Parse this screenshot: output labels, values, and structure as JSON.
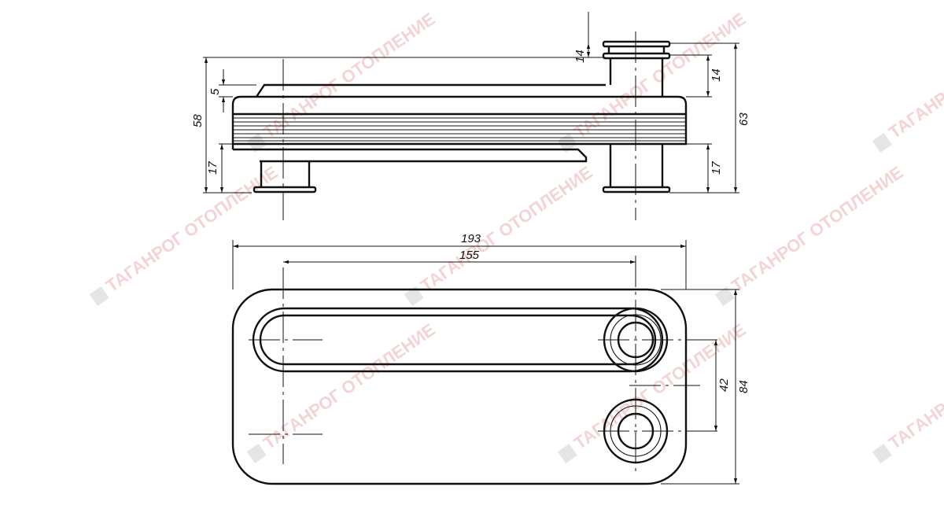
{
  "watermark": {
    "text": "ТАГАНРОГ ОТОПЛЕНИЕ"
  },
  "side_view": {
    "dimensions": {
      "overall_height": "58",
      "bottom_pipe_left": "17",
      "top_plate": "5",
      "top_pipe_top": "14",
      "top_pipe_right": "14",
      "total_height": "63",
      "bottom_pipe_right": "17"
    }
  },
  "plan_view": {
    "dimensions": {
      "length": "193",
      "center_distance": "155",
      "width": "84",
      "port_spacing": "42"
    }
  }
}
